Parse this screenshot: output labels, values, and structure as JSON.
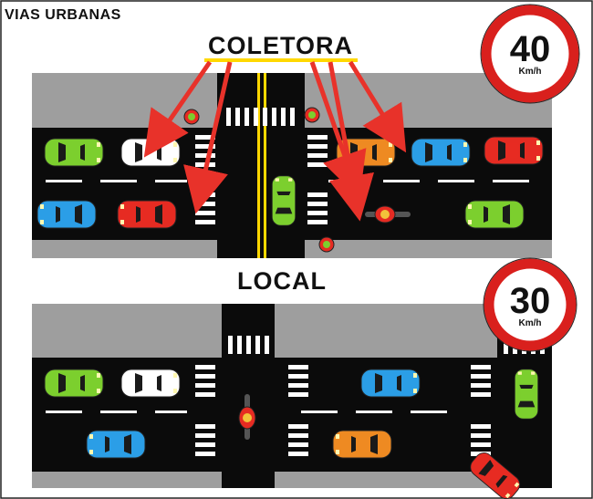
{
  "title": "VIAS URBANAS",
  "sections": {
    "coletora": {
      "label": "COLETORA",
      "speed_limit": "40",
      "unit": "Km/h"
    },
    "local": {
      "label": "LOCAL",
      "speed_limit": "30",
      "unit": "Km/h"
    }
  },
  "colors": {
    "road": "#0b0b0b",
    "sidewalk": "#9e9e9e",
    "center_line": "#ffd800",
    "arrow": "#e8322a",
    "sign_ring": "#d9201d",
    "car_green": "#7ccf2e",
    "car_white": "#ffffff",
    "car_blue": "#2b9ee6",
    "car_red": "#e62b22",
    "car_orange": "#ee8a22"
  }
}
